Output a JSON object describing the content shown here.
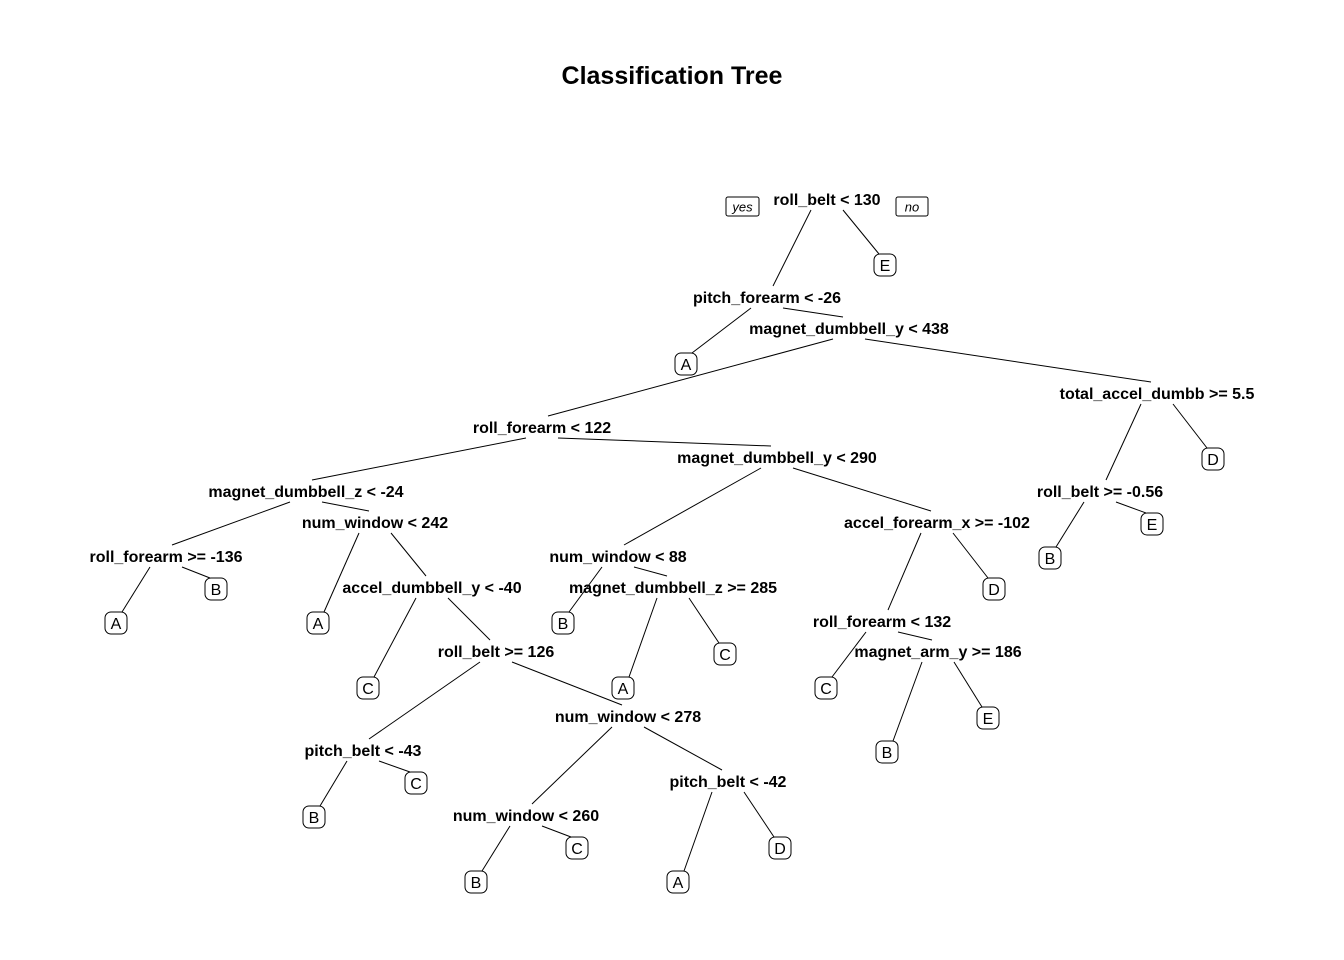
{
  "title": "Classification Tree",
  "root_tags": {
    "yes": "yes",
    "no": "no"
  },
  "splits": [
    {
      "id": "s1",
      "label": "roll_belt < 130"
    },
    {
      "id": "s2",
      "label": "pitch_forearm < -26"
    },
    {
      "id": "s3",
      "label": "magnet_dumbbell_y < 438"
    },
    {
      "id": "s4",
      "label": "roll_forearm < 122"
    },
    {
      "id": "s5",
      "label": "total_accel_dumbb >= 5.5"
    },
    {
      "id": "s6",
      "label": "magnet_dumbbell_z < -24"
    },
    {
      "id": "s7",
      "label": "magnet_dumbbell_y < 290"
    },
    {
      "id": "s8",
      "label": "roll_belt >= -0.56"
    },
    {
      "id": "s9",
      "label": "roll_forearm >= -136"
    },
    {
      "id": "s10",
      "label": "num_window < 242"
    },
    {
      "id": "s11",
      "label": "num_window < 88"
    },
    {
      "id": "s12",
      "label": "accel_forearm_x >= -102"
    },
    {
      "id": "s13",
      "label": "accel_dumbbell_y < -40"
    },
    {
      "id": "s14",
      "label": "magnet_dumbbell_z >= 285"
    },
    {
      "id": "s15",
      "label": "roll_forearm < 132"
    },
    {
      "id": "s16",
      "label": "roll_belt >= 126"
    },
    {
      "id": "s17",
      "label": "magnet_arm_y >= 186"
    },
    {
      "id": "s18",
      "label": "num_window < 278"
    },
    {
      "id": "s19",
      "label": "pitch_belt < -43"
    },
    {
      "id": "s20",
      "label": "pitch_belt < -42"
    },
    {
      "id": "s21",
      "label": "num_window < 260"
    }
  ],
  "leaves": [
    {
      "id": "l1",
      "label": "E"
    },
    {
      "id": "l2",
      "label": "A"
    },
    {
      "id": "l3",
      "label": "D"
    },
    {
      "id": "l4",
      "label": "E"
    },
    {
      "id": "l5",
      "label": "B"
    },
    {
      "id": "l6",
      "label": "B"
    },
    {
      "id": "l7",
      "label": "A"
    },
    {
      "id": "l8",
      "label": "A"
    },
    {
      "id": "l9",
      "label": "B"
    },
    {
      "id": "l10",
      "label": "D"
    },
    {
      "id": "l11",
      "label": "C"
    },
    {
      "id": "l12",
      "label": "C"
    },
    {
      "id": "l13",
      "label": "A"
    },
    {
      "id": "l14",
      "label": "C"
    },
    {
      "id": "l15",
      "label": "E"
    },
    {
      "id": "l16",
      "label": "B"
    },
    {
      "id": "l17",
      "label": "C"
    },
    {
      "id": "l18",
      "label": "B"
    },
    {
      "id": "l19",
      "label": "D"
    },
    {
      "id": "l20",
      "label": "B"
    },
    {
      "id": "l21",
      "label": "C"
    },
    {
      "id": "l22",
      "label": "A"
    }
  ],
  "edges": [
    [
      "s1",
      "s2"
    ],
    [
      "s1",
      "l1"
    ],
    [
      "s2",
      "l2"
    ],
    [
      "s2",
      "s3"
    ],
    [
      "s3",
      "s4"
    ],
    [
      "s3",
      "s5"
    ],
    [
      "s4",
      "s6"
    ],
    [
      "s4",
      "s7"
    ],
    [
      "s5",
      "s8"
    ],
    [
      "s5",
      "l3"
    ],
    [
      "s8",
      "l5"
    ],
    [
      "s8",
      "l4"
    ],
    [
      "s6",
      "s9"
    ],
    [
      "s6",
      "s10"
    ],
    [
      "s9",
      "l7"
    ],
    [
      "s9",
      "l6"
    ],
    [
      "s10",
      "l8"
    ],
    [
      "s10",
      "s13"
    ],
    [
      "s13",
      "l11"
    ],
    [
      "s13",
      "s16"
    ],
    [
      "s16",
      "s19"
    ],
    [
      "s16",
      "s18"
    ],
    [
      "s19",
      "l16"
    ],
    [
      "s19",
      "l17"
    ],
    [
      "s18",
      "s21"
    ],
    [
      "s18",
      "s20"
    ],
    [
      "s21",
      "l18"
    ],
    [
      "s21",
      "l21"
    ],
    [
      "s20",
      "l22"
    ],
    [
      "s20",
      "l19"
    ],
    [
      "s7",
      "s11"
    ],
    [
      "s7",
      "s12"
    ],
    [
      "s11",
      "l9"
    ],
    [
      "s11",
      "s14"
    ],
    [
      "s14",
      "l13"
    ],
    [
      "s14",
      "l12"
    ],
    [
      "s12",
      "s15"
    ],
    [
      "s12",
      "l10"
    ],
    [
      "s15",
      "l14"
    ],
    [
      "s15",
      "s17"
    ],
    [
      "s17",
      "l20"
    ],
    [
      "s17",
      "l15"
    ]
  ]
}
